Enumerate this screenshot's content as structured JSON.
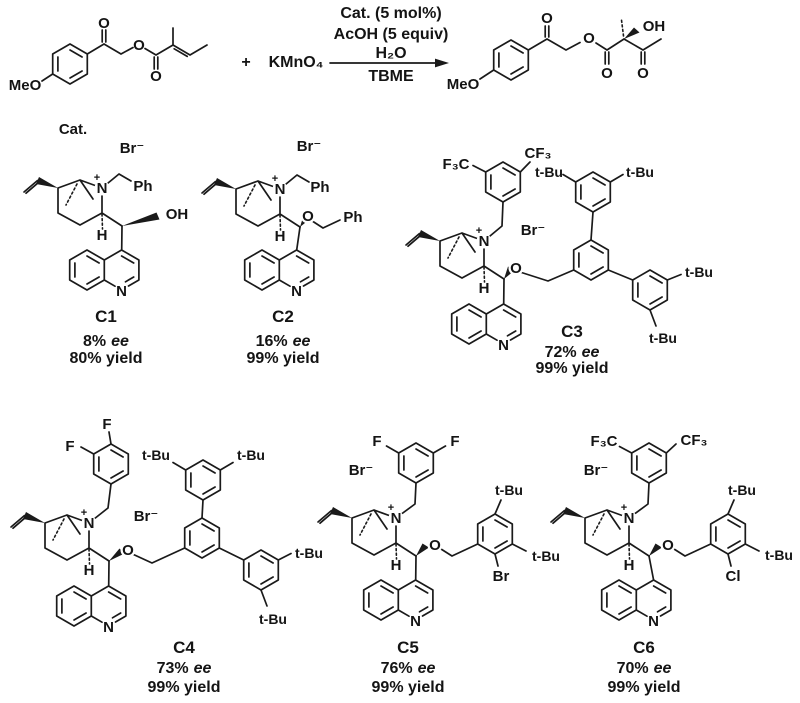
{
  "reaction": {
    "plus_sign": "+",
    "oxidant": "KMnO₄",
    "conditions_line1": "Cat. (5 mol%)",
    "conditions_line2": "AcOH (5 equiv)",
    "above_arrow": "H₂O",
    "below_arrow": "TBME"
  },
  "catalyst_section_label": "Cat.",
  "labels": {
    "MeO": "MeO",
    "O": "O",
    "OH": "OH",
    "N": "N",
    "H": "H",
    "plus_charge": "+",
    "Br_anion": "Br⁻",
    "Ph": "Ph",
    "tBu": "t-Bu",
    "F": "F",
    "F3C": "F₃C",
    "CF3": "CF₃",
    "Cl": "Cl",
    "Br": "Br"
  },
  "catalysts": [
    {
      "id": "C1",
      "ee_value": "8%",
      "ee_unit": "ee",
      "yield": "80% yield"
    },
    {
      "id": "C2",
      "ee_value": "16%",
      "ee_unit": "ee",
      "yield": "99% yield"
    },
    {
      "id": "C3",
      "ee_value": "72%",
      "ee_unit": "ee",
      "yield": "99% yield"
    },
    {
      "id": "C4",
      "ee_value": "73%",
      "ee_unit": "ee",
      "yield": "99% yield"
    },
    {
      "id": "C5",
      "ee_value": "76%",
      "ee_unit": "ee",
      "yield": "99% yield"
    },
    {
      "id": "C6",
      "ee_value": "70%",
      "ee_unit": "ee",
      "yield": "99% yield"
    }
  ]
}
